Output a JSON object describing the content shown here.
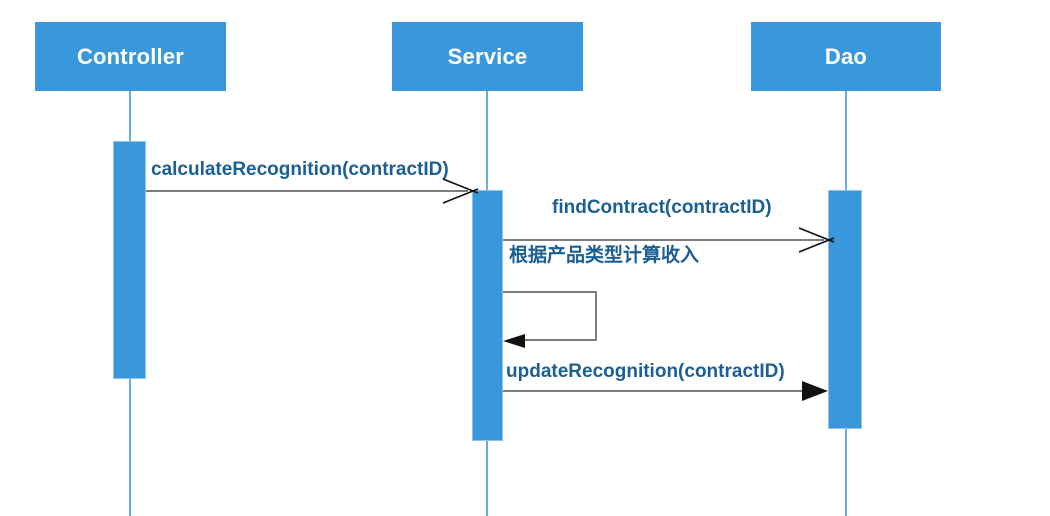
{
  "diagram": {
    "type": "uml-sequence",
    "actors": [
      {
        "id": "controller",
        "label": "Controller"
      },
      {
        "id": "service",
        "label": "Service"
      },
      {
        "id": "dao",
        "label": "Dao"
      }
    ],
    "messages": [
      {
        "label": "calculateRecognition(contractID)",
        "from": "Controller",
        "to": "Service",
        "arrowhead": "open"
      },
      {
        "label": "findContract(contractID)",
        "from": "Service",
        "to": "Dao",
        "arrowhead": "open"
      },
      {
        "label": "根据产品类型计算收入",
        "from": "Service",
        "to": "Service",
        "arrowhead": "filled",
        "self_message": true
      },
      {
        "label": "updateRecognition(contractID)",
        "from": "Service",
        "to": "Dao",
        "arrowhead": "filled"
      }
    ],
    "colors": {
      "actor_fill": "#3898DB",
      "actor_text": "#FFFFFF",
      "lifeline": "#66ACDF",
      "activation_fill": "#3898DB",
      "message_text": "#1C5F92",
      "message_line": "#7D7D7D",
      "arrowhead": "#111111",
      "background": "#FFFFFF"
    }
  }
}
